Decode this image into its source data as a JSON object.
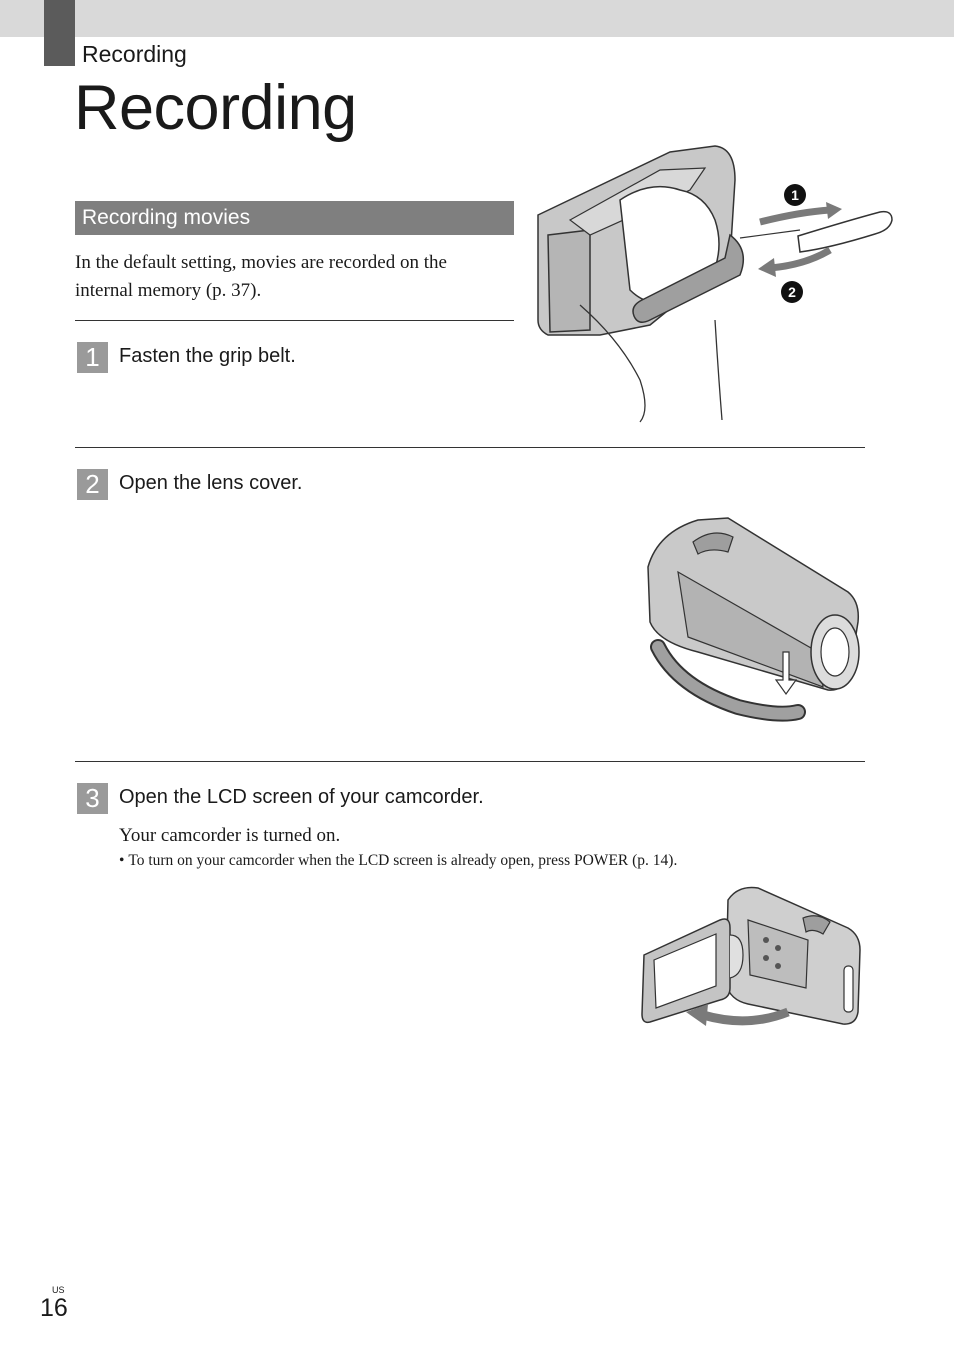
{
  "header": {
    "section_label": "Recording"
  },
  "title": "Recording",
  "subhead": "Recording movies",
  "intro": "In the default setting, movies are recorded on the internal memory (p. 37).",
  "steps": [
    {
      "num": "1",
      "text": "Fasten the grip belt."
    },
    {
      "num": "2",
      "text": "Open the lens cover."
    },
    {
      "num": "3",
      "text": "Open the LCD screen of your camcorder.",
      "body": "Your camcorder is turned on.",
      "bullet": "To turn on your camcorder when the LCD screen is already open, press POWER (p. 14)."
    }
  ],
  "figure1": {
    "marker_1": "1",
    "marker_2": "2"
  },
  "footer": {
    "page_number": "16",
    "region": "US"
  }
}
